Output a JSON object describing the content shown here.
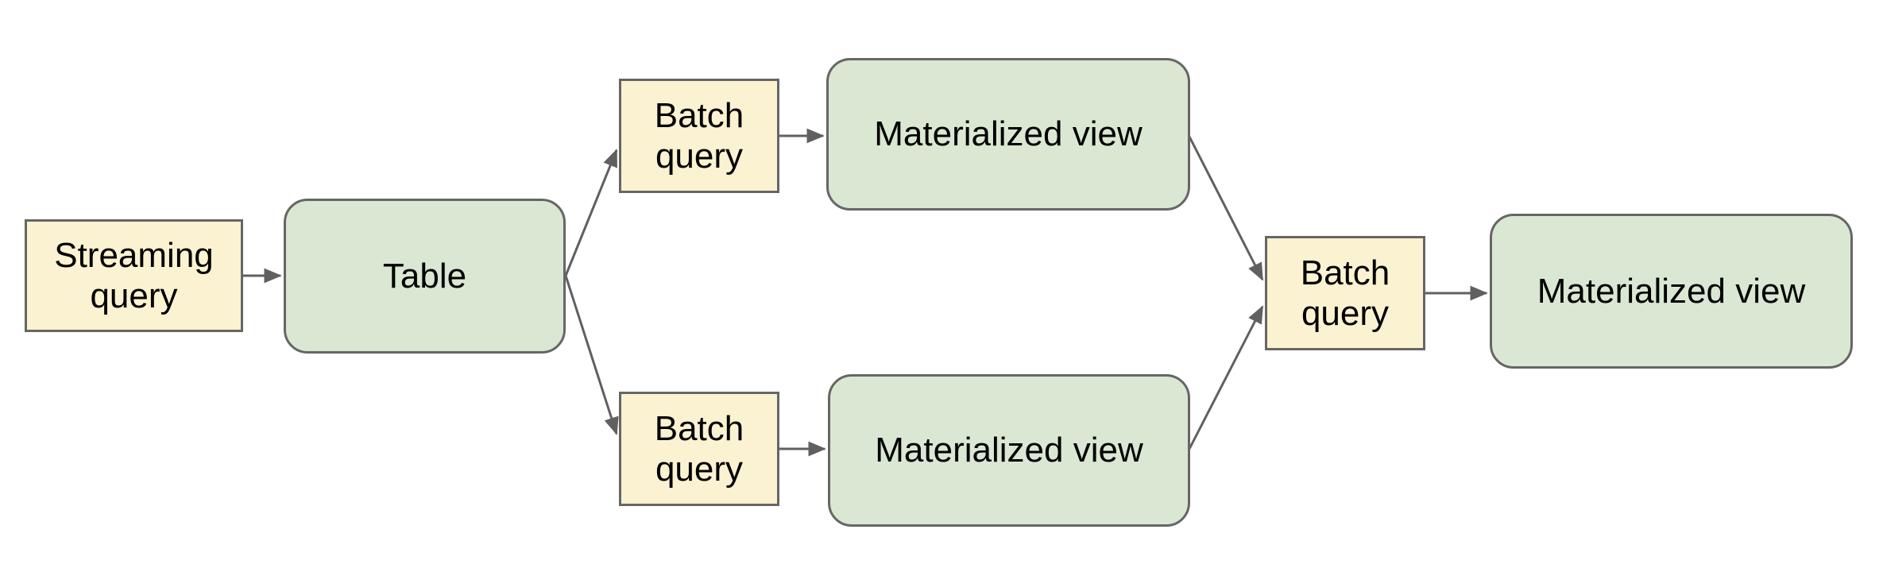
{
  "diagram": {
    "nodes": {
      "streaming_query": {
        "label": "Streaming query",
        "kind": "query"
      },
      "table": {
        "label": "Table",
        "kind": "view"
      },
      "batch_query_top": {
        "label": "Batch query",
        "kind": "query"
      },
      "materialized_view_top": {
        "label": "Materialized view",
        "kind": "view"
      },
      "batch_query_bottom": {
        "label": "Batch query",
        "kind": "query"
      },
      "materialized_view_bottom": {
        "label": "Materialized view",
        "kind": "view"
      },
      "batch_query_right": {
        "label": "Batch query",
        "kind": "query"
      },
      "materialized_view_right": {
        "label": "Materialized view",
        "kind": "view"
      }
    },
    "edges": [
      {
        "from": "streaming_query",
        "to": "table"
      },
      {
        "from": "table",
        "to": "batch_query_top"
      },
      {
        "from": "table",
        "to": "batch_query_bottom"
      },
      {
        "from": "batch_query_top",
        "to": "materialized_view_top"
      },
      {
        "from": "batch_query_bottom",
        "to": "materialized_view_bottom"
      },
      {
        "from": "materialized_view_top",
        "to": "batch_query_right"
      },
      {
        "from": "materialized_view_bottom",
        "to": "batch_query_right"
      },
      {
        "from": "batch_query_right",
        "to": "materialized_view_right"
      }
    ],
    "colors": {
      "query_fill": "#fbf2d1",
      "view_fill": "#dae7d3",
      "outline": "#666666",
      "arrow": "#606060",
      "text": "#000000"
    }
  }
}
